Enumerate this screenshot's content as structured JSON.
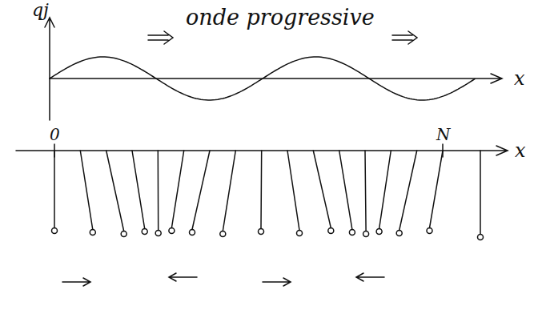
{
  "diagram": {
    "title": "onde progressive",
    "labels": [
      "qj",
      "x",
      "0",
      "N",
      "x"
    ]
  }
}
